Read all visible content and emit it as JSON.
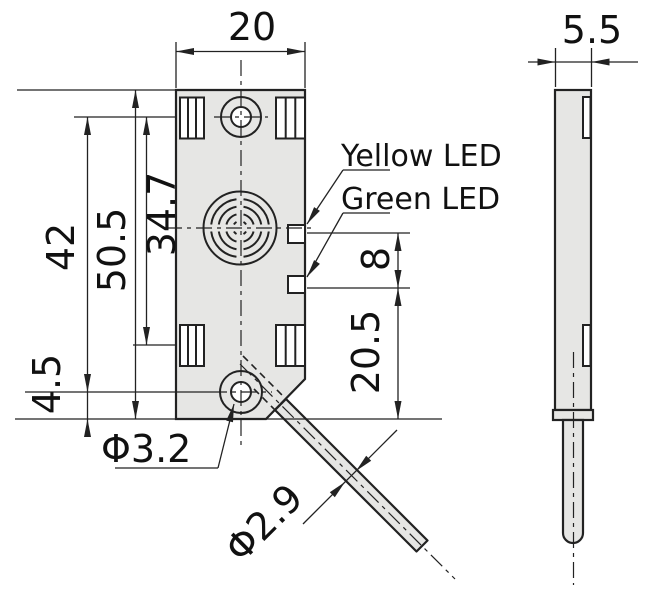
{
  "drawing": {
    "dimensions": {
      "front_width": "20",
      "side_width": "5.5",
      "mount_hole_span": "42",
      "body_height": "50.5",
      "slot_center_span": "34.7",
      "hole_to_bottom_edge": "4.5",
      "led_spacing": "8",
      "green_led_to_bottom": "20.5",
      "mount_hole_diameter": "Φ3.2",
      "cable_diameter": "Φ2.9"
    },
    "labels": {
      "yellow_led": "Yellow LED",
      "green_led": "Green LED"
    },
    "colors": {
      "background": "#ffffff",
      "body_fill": "#e6e6e4",
      "line": "#222222"
    }
  }
}
